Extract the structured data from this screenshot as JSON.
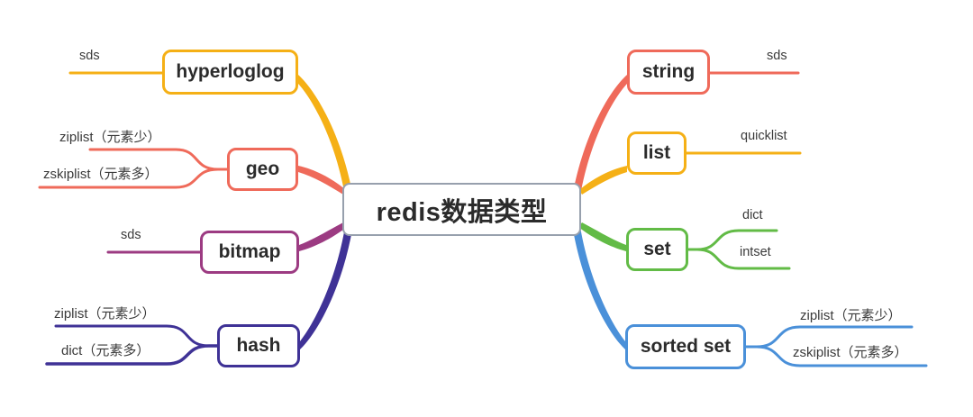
{
  "diagram": {
    "type": "mind-map",
    "title": "redis数据类型",
    "center": {
      "label": "redis数据类型",
      "border_color": "#97a0ad"
    },
    "branches": [
      {
        "id": "hyperloglog",
        "label": "hyperloglog",
        "side": "left",
        "color": "#f5b016",
        "leaves": [
          {
            "label": "sds"
          }
        ]
      },
      {
        "id": "geo",
        "label": "geo",
        "side": "left",
        "color": "#ef6a5a",
        "leaves": [
          {
            "label": "ziplist（元素少）"
          },
          {
            "label": "zskiplist（元素多）"
          }
        ]
      },
      {
        "id": "bitmap",
        "label": "bitmap",
        "side": "left",
        "color": "#9c3b82",
        "leaves": [
          {
            "label": "sds"
          }
        ]
      },
      {
        "id": "hash",
        "label": "hash",
        "side": "left",
        "color": "#3f3296",
        "leaves": [
          {
            "label": "ziplist（元素少）"
          },
          {
            "label": "dict（元素多）"
          }
        ]
      },
      {
        "id": "string",
        "label": "string",
        "side": "right",
        "color": "#ef6a5a",
        "leaves": [
          {
            "label": "sds"
          }
        ]
      },
      {
        "id": "list",
        "label": "list",
        "side": "right",
        "color": "#f5b016",
        "leaves": [
          {
            "label": "quicklist"
          }
        ]
      },
      {
        "id": "set",
        "label": "set",
        "side": "right",
        "color": "#62b css",
        "leaves": [
          {
            "label": "dict"
          },
          {
            "label": "intset"
          }
        ]
      },
      {
        "id": "sortedset",
        "label": "sorted set",
        "side": "right",
        "color": "#4a90d9",
        "leaves": [
          {
            "label": "ziplist（元素少）"
          },
          {
            "label": "zskiplist（元素多）"
          }
        ]
      }
    ]
  }
}
